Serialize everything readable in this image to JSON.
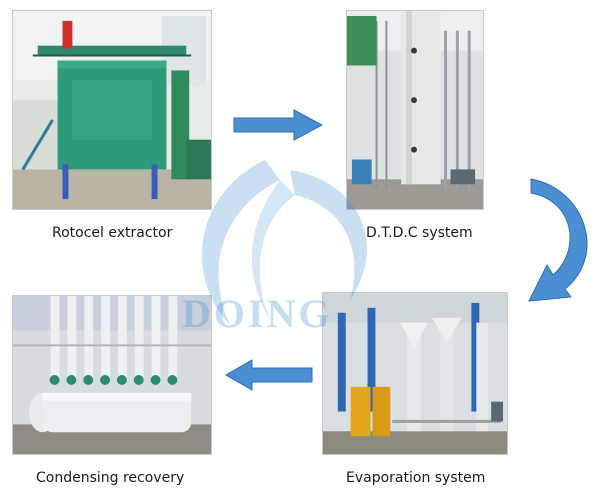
{
  "steps": [
    {
      "label": "Rotocel extractor"
    },
    {
      "label": "D.T.D.C system"
    },
    {
      "label": "Evaporation system"
    },
    {
      "label": "Condensing recovery"
    }
  ],
  "watermark": {
    "text": "DOING"
  },
  "colors": {
    "arrow": "#4a8fd4",
    "arrow_edge": "#2f6fb0",
    "watermark": "#3f8cd2"
  }
}
